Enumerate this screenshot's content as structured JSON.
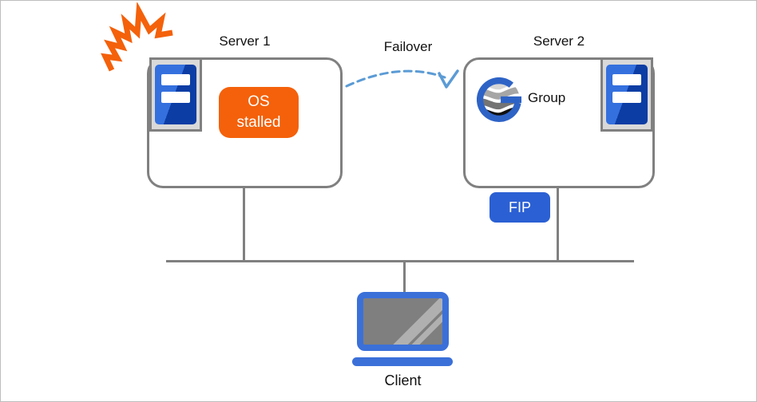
{
  "servers": {
    "server1": {
      "title": "Server 1",
      "status_badge": "OS\nstalled"
    },
    "server2": {
      "title": "Server 2",
      "group_label": "Group",
      "fip_label": "FIP"
    }
  },
  "failover": {
    "label": "Failover"
  },
  "client": {
    "label": "Client"
  },
  "icons": {
    "crash": "crash-burst-icon",
    "server_tower": "server-tower-icon",
    "group_logo": "group-globe-icon",
    "laptop": "laptop-icon"
  },
  "colors": {
    "orange": "#F4610A",
    "fip_blue": "#2B60D4",
    "laptop_blue": "#3B70D9",
    "tower_blue_light": "#3470DE",
    "tower_blue_dark": "#0C3DA4",
    "logo_blue": "#2E63C6",
    "arrow_blue": "#5B9BD5",
    "line_gray": "#808080"
  }
}
